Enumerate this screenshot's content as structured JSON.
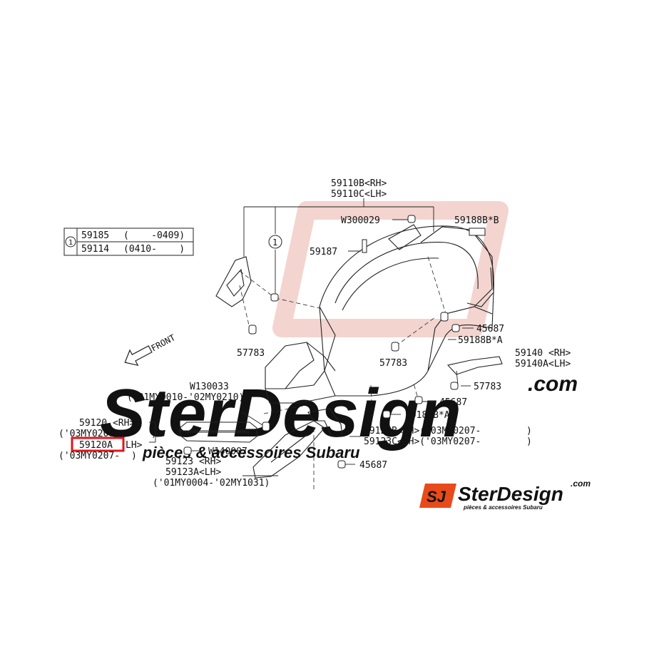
{
  "colors": {
    "line": "#222222",
    "highlight": "#e2141c",
    "watermark": "#f3d4cf",
    "watermark_grey": "#e6e6e6",
    "logo_red": "#e84a1a",
    "logo_dark": "#2b2b2b"
  },
  "legend": {
    "index": "1",
    "rows": [
      {
        "part": "59185",
        "range": "(    -0409)"
      },
      {
        "part": "59114",
        "range": "(0410-    )"
      }
    ]
  },
  "labels": {
    "p59110b": "59110B<RH>",
    "p59110c": "59110C<LH>",
    "w300029": "W300029",
    "p59187": "59187",
    "p59188b_b": "59188B*B",
    "p45687_a": "45687",
    "p59188b_a1": "59188B*A",
    "p57783_a": "57783",
    "p57783_b": "57783",
    "p59140": "59140 <RH>",
    "p59140a": "59140A<LH>",
    "p57783_c": "57783",
    "p45687_b": "45687",
    "p59188b_a2": "59188B*A",
    "w130033": "W130033",
    "w130033_range": "('01MY0010-'02MY0210)",
    "p59120": "59120 <RH>",
    "p59120_range": "('03MY0207-",
    "p59120a": "59120A",
    "p59120a_side": "LH>",
    "p59120a_range": "('03MY0207-",
    "w140007": "W140007",
    "p59123b": "59123B<RH>('03MY0207-",
    "p59123c": "59123C<LH>('03MY0207-",
    "p45687_c": "45687",
    "p59123": "59123 <RH>",
    "p59123a": "59123A<LH>",
    "p59123_range": "('01MY0004-'02MY1031)",
    "front": "FRONT"
  },
  "logo": {
    "mark": "SJ",
    "name": "SterDesign",
    "tld": ".com",
    "tagline": "pièces & accessoires Subaru"
  },
  "watermark": {
    "name": "SterDesign",
    "tld": ".com",
    "tagline": "pièces & accessoires Subaru"
  },
  "icons": [
    "circled-one-icon",
    "front-arrow-icon",
    "clip-icon",
    "bolt-icon"
  ]
}
